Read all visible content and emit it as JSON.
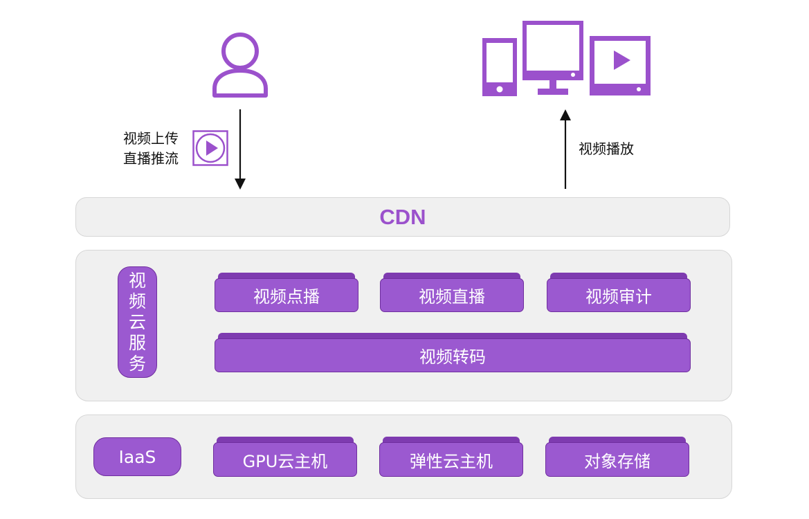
{
  "top": {
    "upload_label_line1": "视频上传",
    "upload_label_line2": "直播推流",
    "play_label": "视频播放"
  },
  "icons": {
    "user": "user-icon",
    "upload_play": "play-box-icon",
    "devices": [
      "phone-icon",
      "monitor-icon",
      "tablet-play-icon"
    ]
  },
  "cdn": {
    "label": "CDN"
  },
  "cloud_services": {
    "label": "视频云服务",
    "modules": [
      "视频点播",
      "视频直播",
      "视频审计"
    ],
    "wide_module": "视频转码"
  },
  "iaas": {
    "label": "IaaS",
    "modules": [
      "GPU云主机",
      "弹性云主机",
      "对象存储"
    ]
  },
  "colors": {
    "accent": "#9b59d0",
    "accent_dark": "#7e3bb0",
    "panel": "#f0f0f0"
  }
}
